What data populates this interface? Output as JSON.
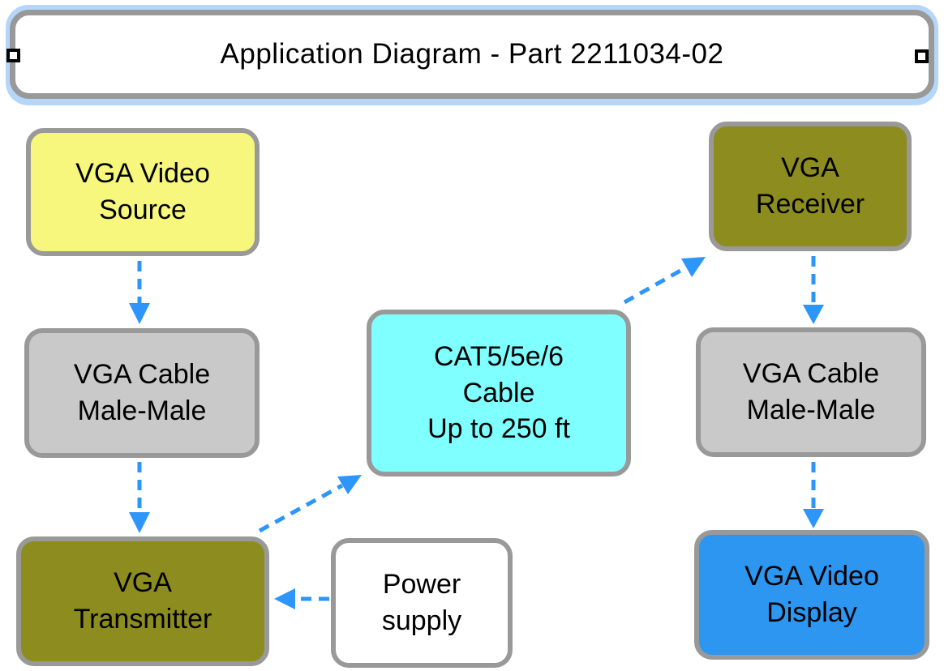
{
  "title": {
    "text": "Application Diagram - Part 2211034-02",
    "selected": true
  },
  "colors": {
    "arrow": "#2E96F8",
    "node_border": "#999999",
    "selection_highlight": "#B5D6F9",
    "source_fill": "#F7F77E",
    "cable_fill": "#C9C9C9",
    "device_fill": "#8D8D1F",
    "cat5_fill": "#7FFFFF",
    "power_fill": "#FFFFFF",
    "display_fill": "#2D96F1"
  },
  "nodes": [
    {
      "id": "vga-video-source",
      "label": "VGA Video\nSource",
      "fill": "#F7F77E"
    },
    {
      "id": "vga-cable-male-male-left",
      "label": "VGA Cable\nMale-Male",
      "fill": "#C9C9C9"
    },
    {
      "id": "vga-transmitter",
      "label": "VGA\nTransmitter",
      "fill": "#8D8D1F"
    },
    {
      "id": "cat5-cable",
      "label": "CAT5/5e/6\nCable\nUp to 250 ft",
      "fill": "#7FFFFF"
    },
    {
      "id": "power-supply",
      "label": "Power\nsupply",
      "fill": "#FFFFFF"
    },
    {
      "id": "vga-receiver",
      "label": "VGA\nReceiver",
      "fill": "#8D8D1F"
    },
    {
      "id": "vga-cable-male-male-right",
      "label": "VGA Cable\nMale-Male",
      "fill": "#C9C9C9"
    },
    {
      "id": "vga-video-display",
      "label": "VGA Video\nDisplay",
      "fill": "#2D96F1"
    }
  ],
  "edges": [
    {
      "from": "vga-video-source",
      "to": "vga-cable-male-male-left",
      "style": "dashed-arrow"
    },
    {
      "from": "vga-cable-male-male-left",
      "to": "vga-transmitter",
      "style": "dashed-arrow"
    },
    {
      "from": "vga-transmitter",
      "to": "cat5-cable",
      "style": "dashed-arrow"
    },
    {
      "from": "cat5-cable",
      "to": "vga-receiver",
      "style": "dashed-arrow"
    },
    {
      "from": "vga-receiver",
      "to": "vga-cable-male-male-right",
      "style": "dashed-arrow"
    },
    {
      "from": "vga-cable-male-male-right",
      "to": "vga-video-display",
      "style": "dashed-arrow"
    },
    {
      "from": "power-supply",
      "to": "vga-transmitter",
      "style": "dashed-arrow"
    }
  ]
}
